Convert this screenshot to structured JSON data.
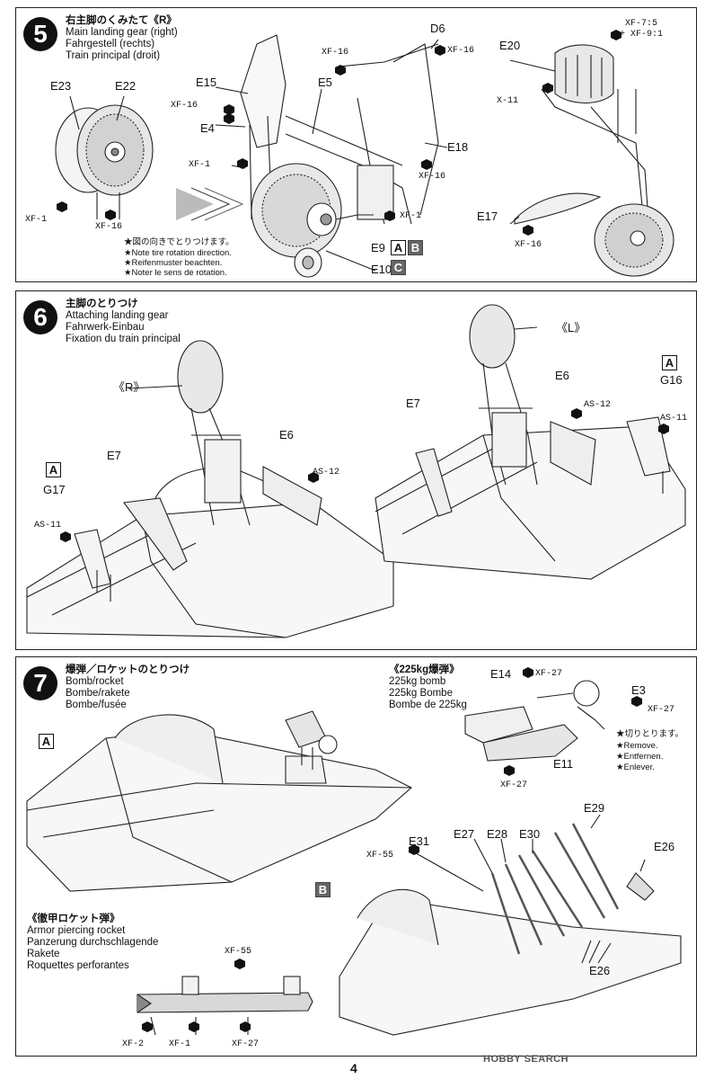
{
  "steps": [
    {
      "number": "5",
      "jp": "右主脚のくみたて《R》",
      "en": "Main landing gear (right)",
      "de": "Fahrgestell (rechts)",
      "fr": "Train principal (droit)"
    },
    {
      "number": "6",
      "jp": "主脚のとりつけ",
      "en": "Attaching landing gear",
      "de": "Fahrwerk-Einbau",
      "fr": "Fixation du train principal"
    },
    {
      "number": "7",
      "jp": "爆弾／ロケットのとりつけ",
      "en": "Bomb/rocket",
      "de": "Bombe/rakete",
      "fr": "Bombe/fusée"
    }
  ],
  "step5": {
    "parts": {
      "e23": "E23",
      "e22": "E22",
      "e15": "E15",
      "e4": "E4",
      "e5": "E5",
      "d6": "D6",
      "e18": "E18",
      "e9": "E9",
      "e10": "E10",
      "e20": "E20",
      "e17": "E17"
    },
    "colors": {
      "xf1a": "XF-1",
      "xf16a": "XF-16",
      "xf16b": "XF-16",
      "xf1b": "XF-1",
      "xf16c": "XF-16",
      "xf16d": "XF-16",
      "xf16e": "XF-16",
      "xf1c": "XF-1",
      "xf16f": "XF-16",
      "x11": "X-11",
      "xf75": "XF-7:5",
      "xf91": "+ XF-9:1"
    },
    "notes": [
      "★図の向きでとりつけます。",
      "★Note tire rotation direction.",
      "★Reifenmuster beachten.",
      "★Noter le sens de rotation."
    ],
    "boxes": {
      "a": "A",
      "b": "B",
      "c": "C"
    }
  },
  "step6": {
    "parts": {
      "r": "《R》",
      "l": "《L》",
      "e7a": "E7",
      "e6a": "E6",
      "g17": "G17",
      "e7b": "E7",
      "e6b": "E6",
      "g16": "G16"
    },
    "colors": {
      "as12a": "AS-12",
      "as11a": "AS-11",
      "as12b": "AS-12",
      "as11b": "AS-11"
    },
    "boxes": {
      "a1": "A",
      "a2": "A"
    }
  },
  "step7": {
    "bomb": {
      "jp": "《225kg爆弾》",
      "en": "225kg bomb",
      "de": "225kg Bombe",
      "fr": "Bombe de 225kg"
    },
    "rocket": {
      "jp": "《徹甲ロケット弾》",
      "en": "Armor piercing rocket",
      "de": "Panzerung durchschlagende",
      "de2": "Rakete",
      "fr": "Roquettes perforantes"
    },
    "parts": {
      "e14": "E14",
      "e3": "E3",
      "e11": "E11",
      "e31": "E31",
      "e27": "E27",
      "e28": "E28",
      "e30": "E30",
      "e29": "E29",
      "e26a": "E26",
      "e26b": "E26"
    },
    "colors": {
      "xf27a": "XF-27",
      "xf27b": "XF-27",
      "xf27c": "XF-27",
      "xf55a": "XF-55",
      "xf55b": "XF-55",
      "xf2": "XF-2",
      "xf1": "XF-1",
      "xf27d": "XF-27"
    },
    "notes": [
      "★切りとります。",
      "★Remove.",
      "★Entfernen.",
      "★Enlever."
    ],
    "boxes": {
      "a": "A",
      "b": "B"
    }
  },
  "page_number": "4",
  "watermark": "HOBBY SEARCH"
}
